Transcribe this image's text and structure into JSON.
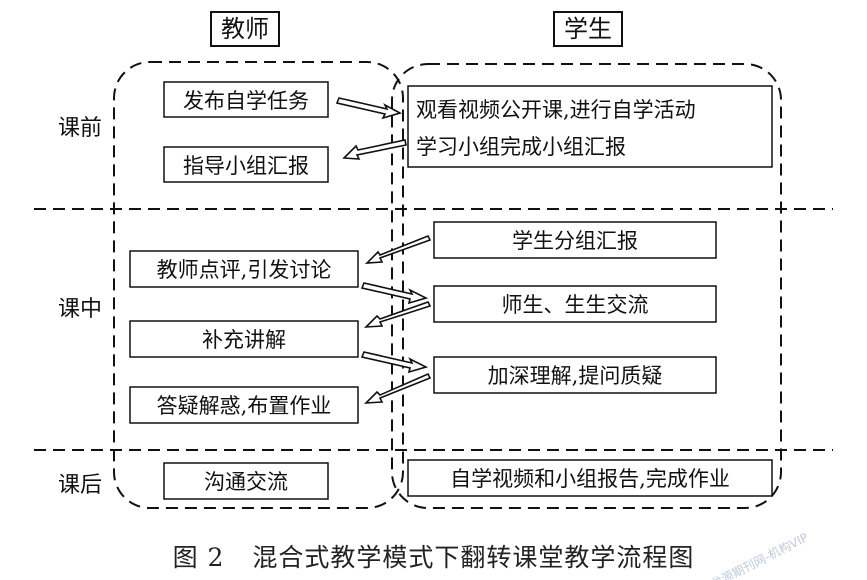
{
  "headers": {
    "teacher": "教师",
    "student": "学生"
  },
  "phases": {
    "before": "课前",
    "during": "课中",
    "after": "课后"
  },
  "teacher_boxes": {
    "publish": "发布自学任务",
    "guide": "指导小组汇报",
    "comment": "教师点评,引发讨论",
    "explain": "补充讲解",
    "answer": "答疑解惑,布置作业",
    "communicate": "沟通交流"
  },
  "student_boxes": {
    "watch_line1": "观看视频公开课,进行自学活动",
    "watch_line2": "学习小组完成小组汇报",
    "group_report": "学生分组汇报",
    "exchange": "师生、生生交流",
    "deepen": "加深理解,提问质疑",
    "homework": "自学视频和小组报告,完成作业"
  },
  "caption": {
    "figure_number": "图 2",
    "title": "混合式教学模式下翻转课堂教学流程图"
  },
  "watermark": "龙源期刊网-机构VIP"
}
